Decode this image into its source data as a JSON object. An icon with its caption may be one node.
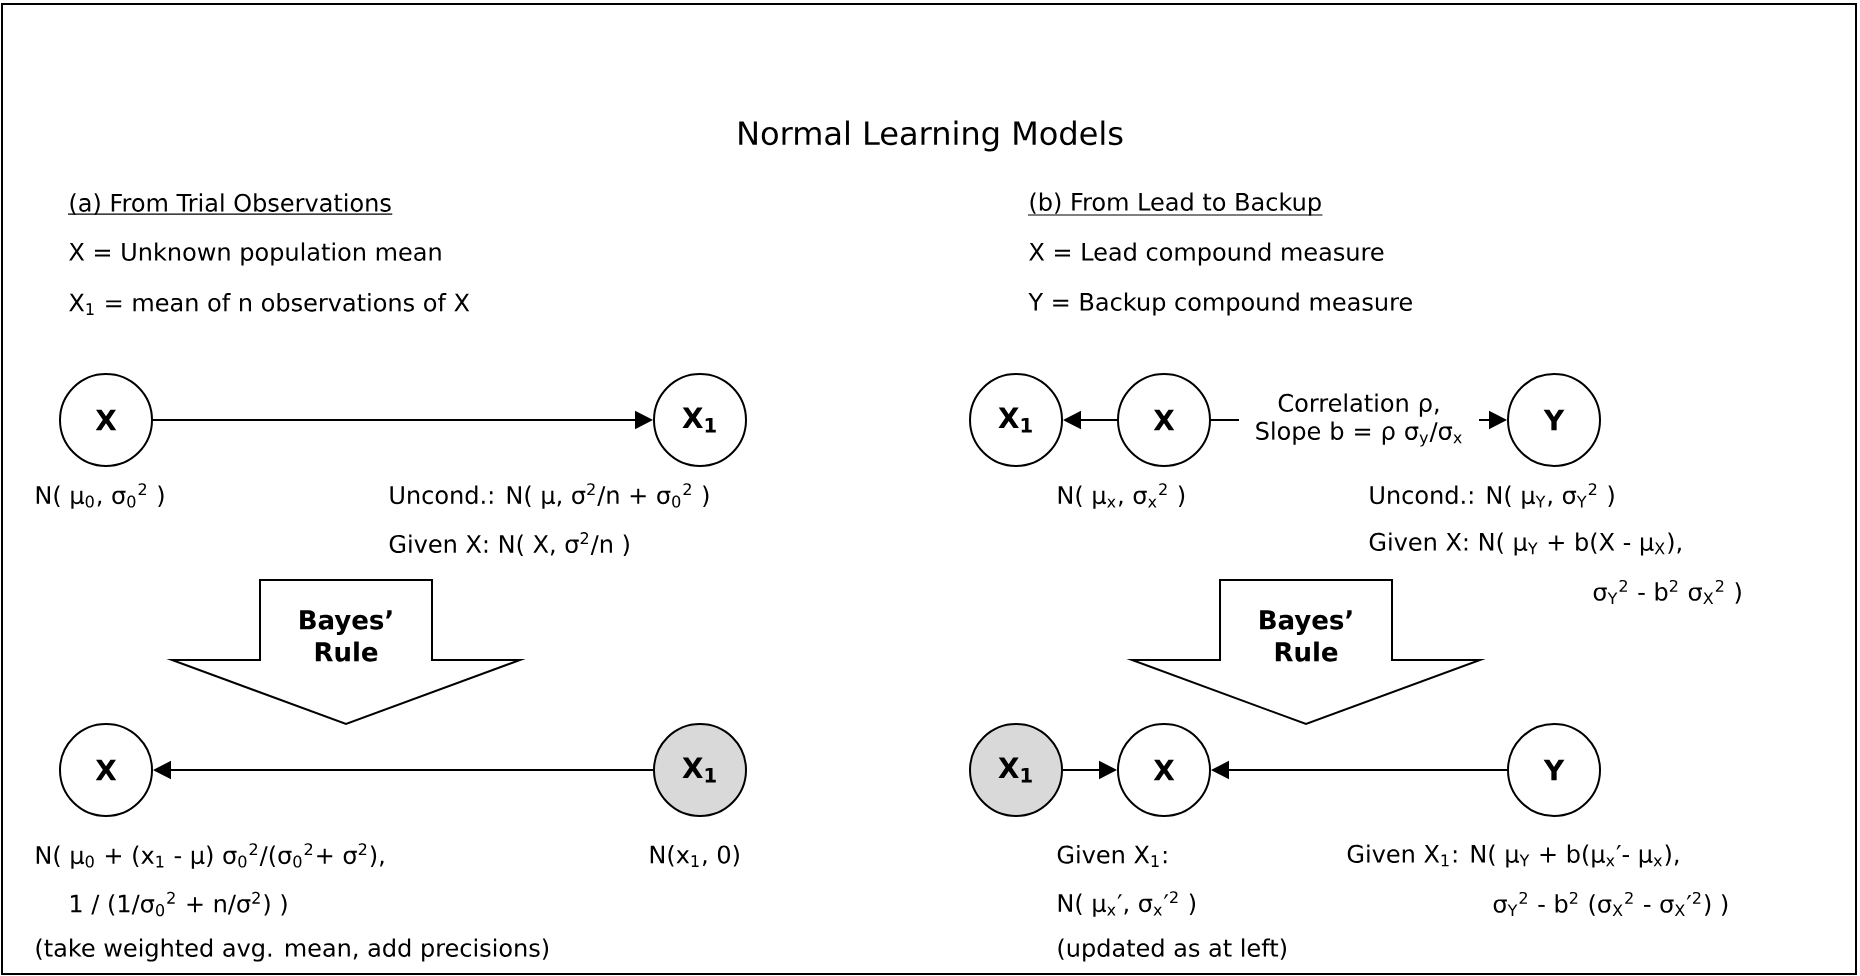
{
  "diagram": {
    "title": "Normal Learning Models",
    "nodes": [
      {
        "text": [
          "X"
        ],
        "beside": [
          "N( μ$_{0}$, σ$_{0}$$^{2}$ )"
        ]
      },
      {
        "text": [
          "X$_{1}$"
        ],
        "beside": [
          "Uncond.: N( μ, σ$^{2}$/n + σ$_{0}$$^{2}$ )",
          "Given X:  N( X, σ$^{2}$/n )"
        ]
      },
      {
        "text": [
          "Bayes’ Rule"
        ]
      },
      {
        "text": [
          "X"
        ],
        "beside": [
          "N( μ$_{0}$ + (x$_{1}$ - μ) σ$_{0}$$^{2}$/(σ$_{0}$$^{2}$+ σ$^{2}$),",
          "1 / (1/σ$_{0}$$^{2}$ + n/σ$^{2}$) )",
          "(take weighted avg. mean, add precisions)"
        ]
      },
      {
        "text": [
          "X$_{1}$"
        ],
        "beside": [
          "N(x$_{1}$, 0)"
        ]
      },
      {
        "text": [
          "X$_{1}$"
        ]
      },
      {
        "text": [
          "X"
        ],
        "beside": [
          "N( μ$_{x}$, σ$_{x}$$^{2}$ )"
        ]
      },
      {
        "text": [
          "Y"
        ],
        "beside": [
          "Uncond.: N( μ$_{Y}$, σ$_{Y}$$^{2}$ )",
          "Given X:  N( μ$_{Y}$ + b(X - μ$_{X}$),",
          "σ$_{Y}$$^{2}$ - b$^{2}$ σ$_{X}$$^{2}$ )"
        ]
      },
      {
        "text": [
          "Bayes’ Rule"
        ]
      },
      {
        "text": [
          "X$_{1}$"
        ]
      },
      {
        "text": [
          "X"
        ],
        "beside": [
          "Given X$_{1}$:",
          "N( μ$_{x}$′,  σ$_{x}$′$^{2}$ )",
          "(updated as at left)"
        ]
      },
      {
        "text": [
          "Y"
        ],
        "beside": [
          "Given X$_{1}$: N( μ$_{Y}$ + b(μ$_{x}$′- μ$_{x}$),",
          "σ$_{Y}$$^{2}$ - b$^{2}$ (σ$_{X}$$^{2}$ - σ$_{X}$′$^{2}$) )"
        ]
      }
    ],
    "edges": [
      {
        "from": 0,
        "to": 1,
        "arrow": "to"
      },
      {
        "from": 6,
        "to": 5,
        "arrow": "to"
      },
      {
        "from": 6,
        "to": 7,
        "arrow": "to",
        "label": "Correlation ρ, Slope b = ρ σ$_{y}$/σ$_{x}$"
      },
      {
        "from": 4,
        "to": 3,
        "arrow": "to"
      },
      {
        "from": 9,
        "to": 10,
        "arrow": "to"
      },
      {
        "from": 11,
        "to": 10,
        "arrow": "to"
      }
    ],
    "labels": [
      "(a) From Trial Observations",
      "X = Unknown population mean",
      "X$_{1}$ = mean of n observations of X",
      "(b) From Lead to Backup",
      "X = Lead compound  measure",
      "Y = Backup compound measure"
    ]
  }
}
